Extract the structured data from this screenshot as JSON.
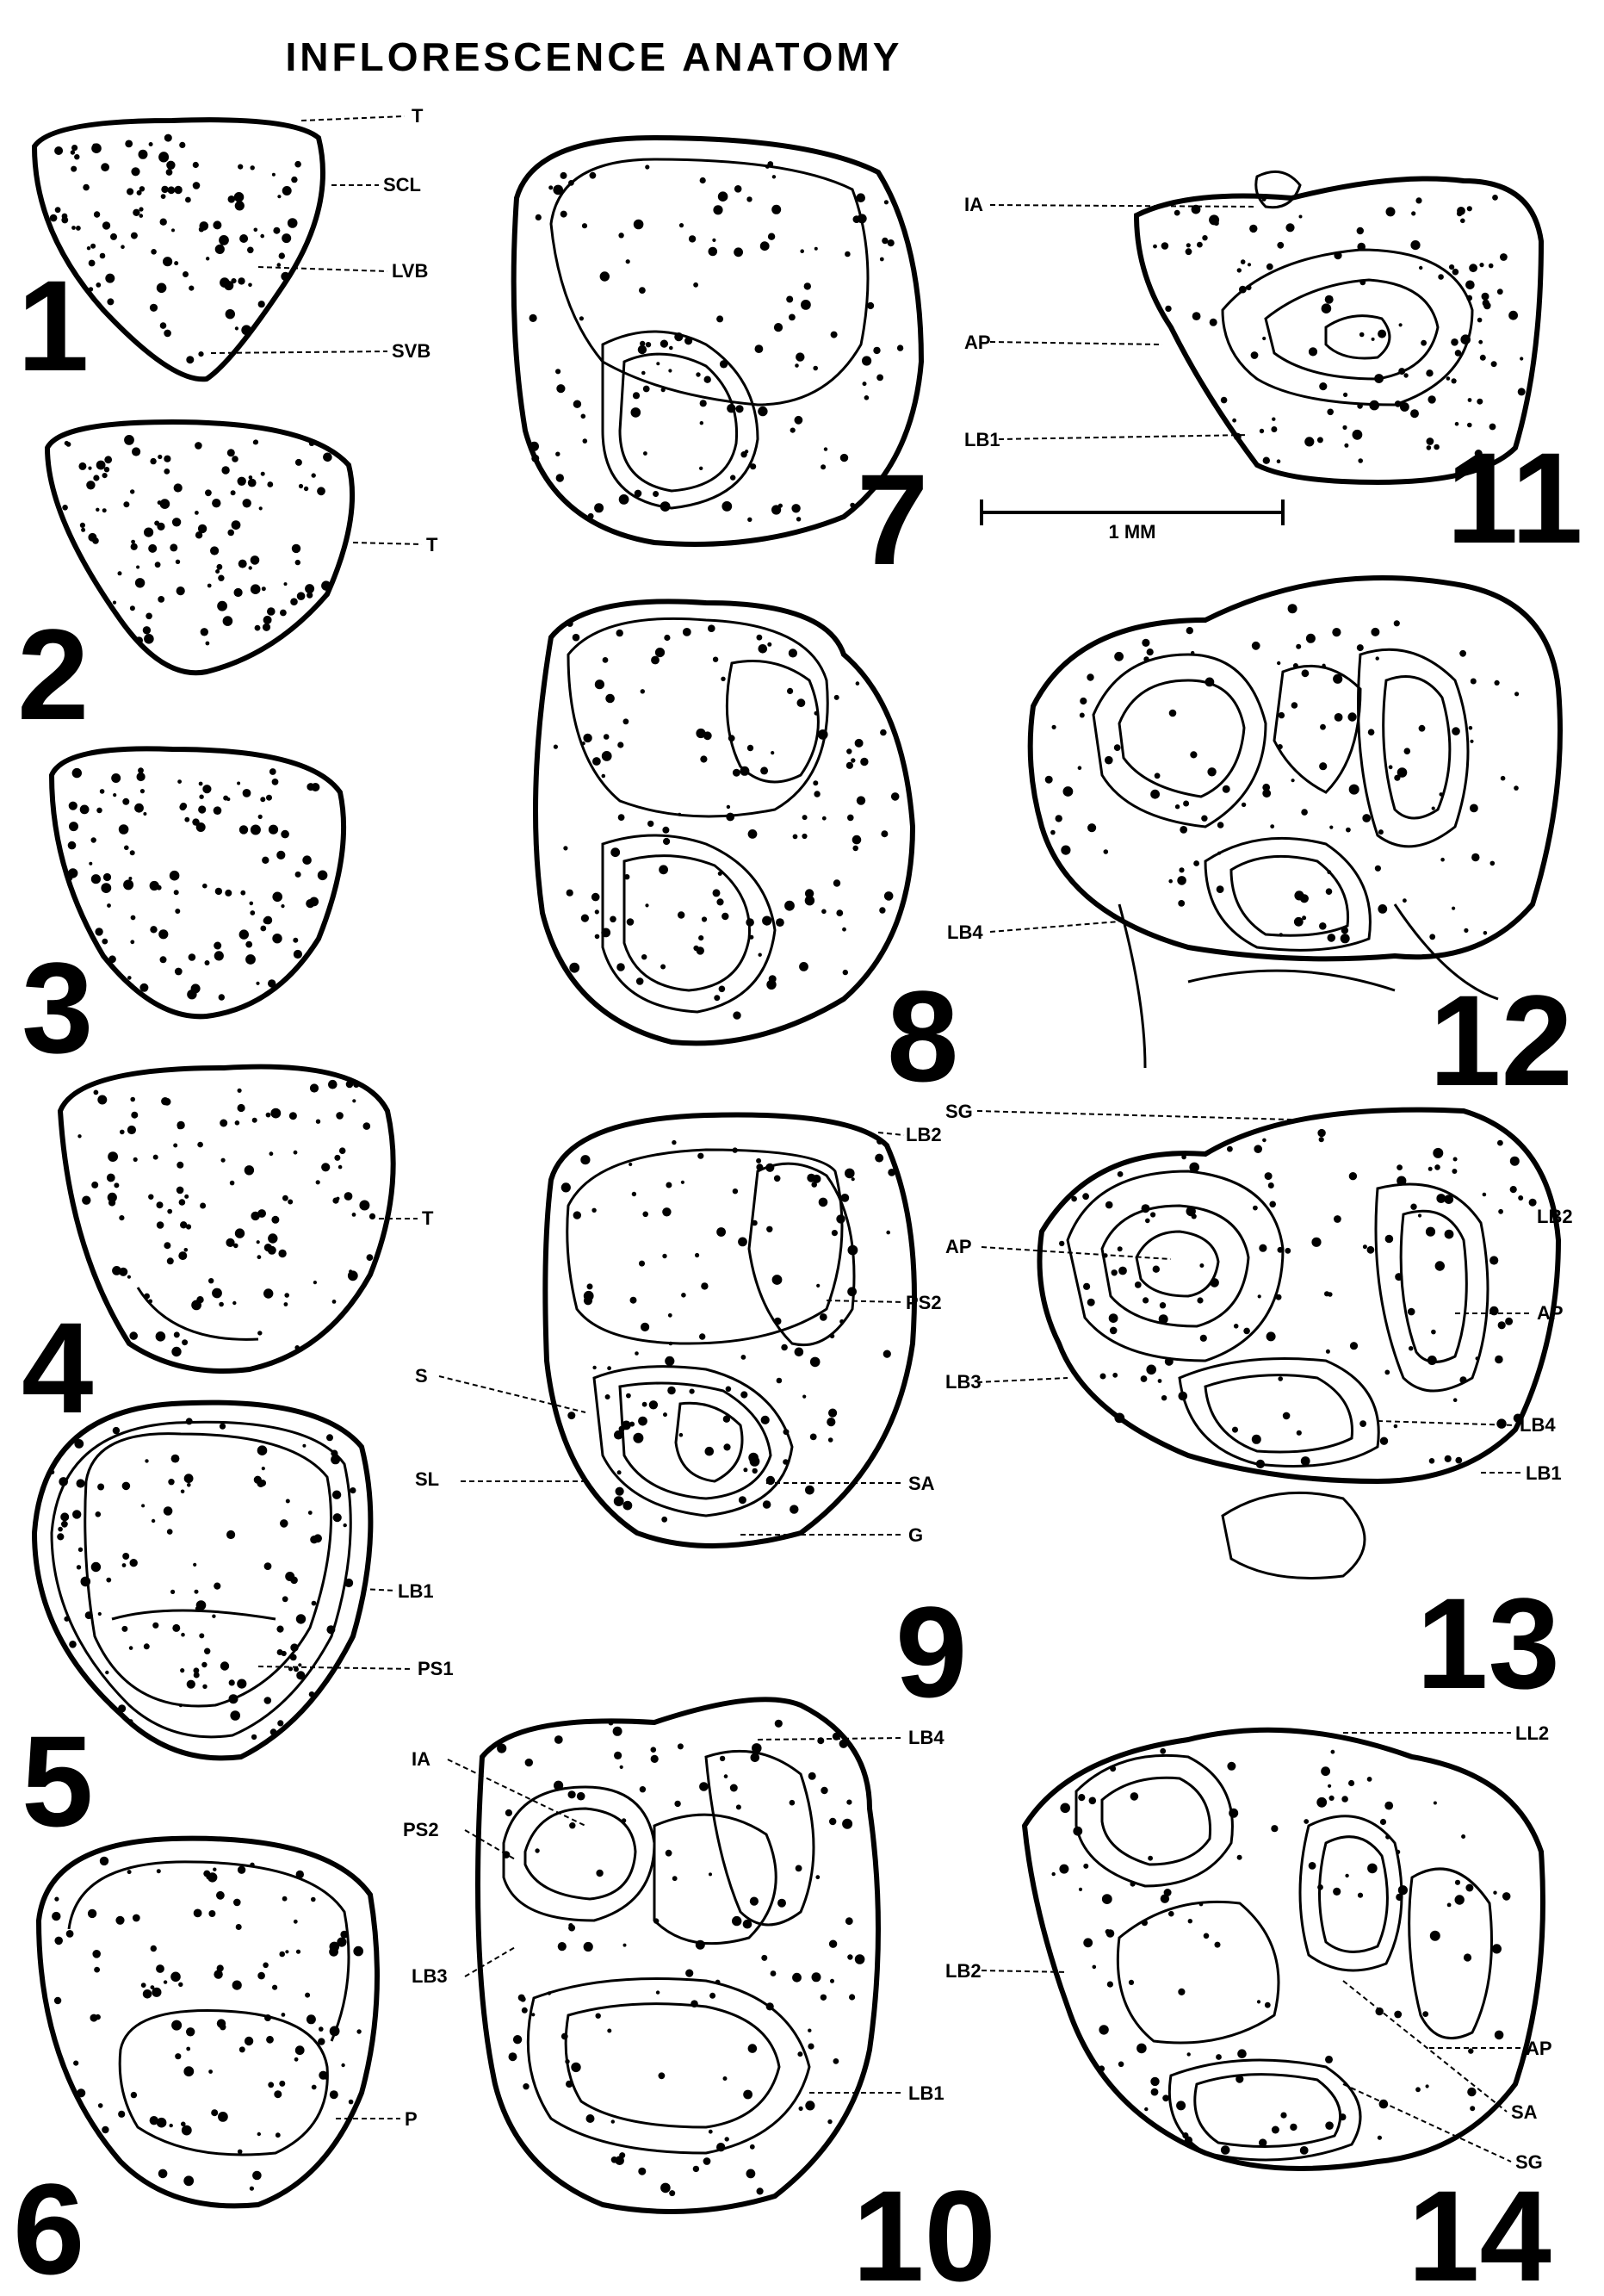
{
  "title": "INFLORESCENCE ANATOMY",
  "scale_bar_label": "1 MM",
  "figures": [
    {
      "num": "1",
      "labels": [
        "T",
        "SCL",
        "LVB",
        "SVB"
      ]
    },
    {
      "num": "2",
      "labels": [
        "T"
      ]
    },
    {
      "num": "3",
      "labels": []
    },
    {
      "num": "4",
      "labels": [
        "T"
      ]
    },
    {
      "num": "5",
      "labels": [
        "LB1",
        "PS1"
      ]
    },
    {
      "num": "6",
      "labels": [
        "P"
      ]
    },
    {
      "num": "7",
      "labels": []
    },
    {
      "num": "8",
      "labels": []
    },
    {
      "num": "9",
      "labels": [
        "LB2",
        "PS2",
        "S",
        "SL",
        "SA",
        "G"
      ]
    },
    {
      "num": "10",
      "labels": [
        "IA",
        "PS2",
        "LB3",
        "LB4",
        "LB1"
      ]
    },
    {
      "num": "11",
      "labels": [
        "IA",
        "AP",
        "LB1"
      ]
    },
    {
      "num": "12",
      "labels": [
        "LB4"
      ]
    },
    {
      "num": "13",
      "labels": [
        "SG",
        "AP",
        "LB2",
        "LB3",
        "LB4",
        "LB1",
        "AP"
      ]
    },
    {
      "num": "14",
      "labels": [
        "LL2",
        "LB2",
        "AP",
        "SA",
        "SG"
      ]
    }
  ]
}
